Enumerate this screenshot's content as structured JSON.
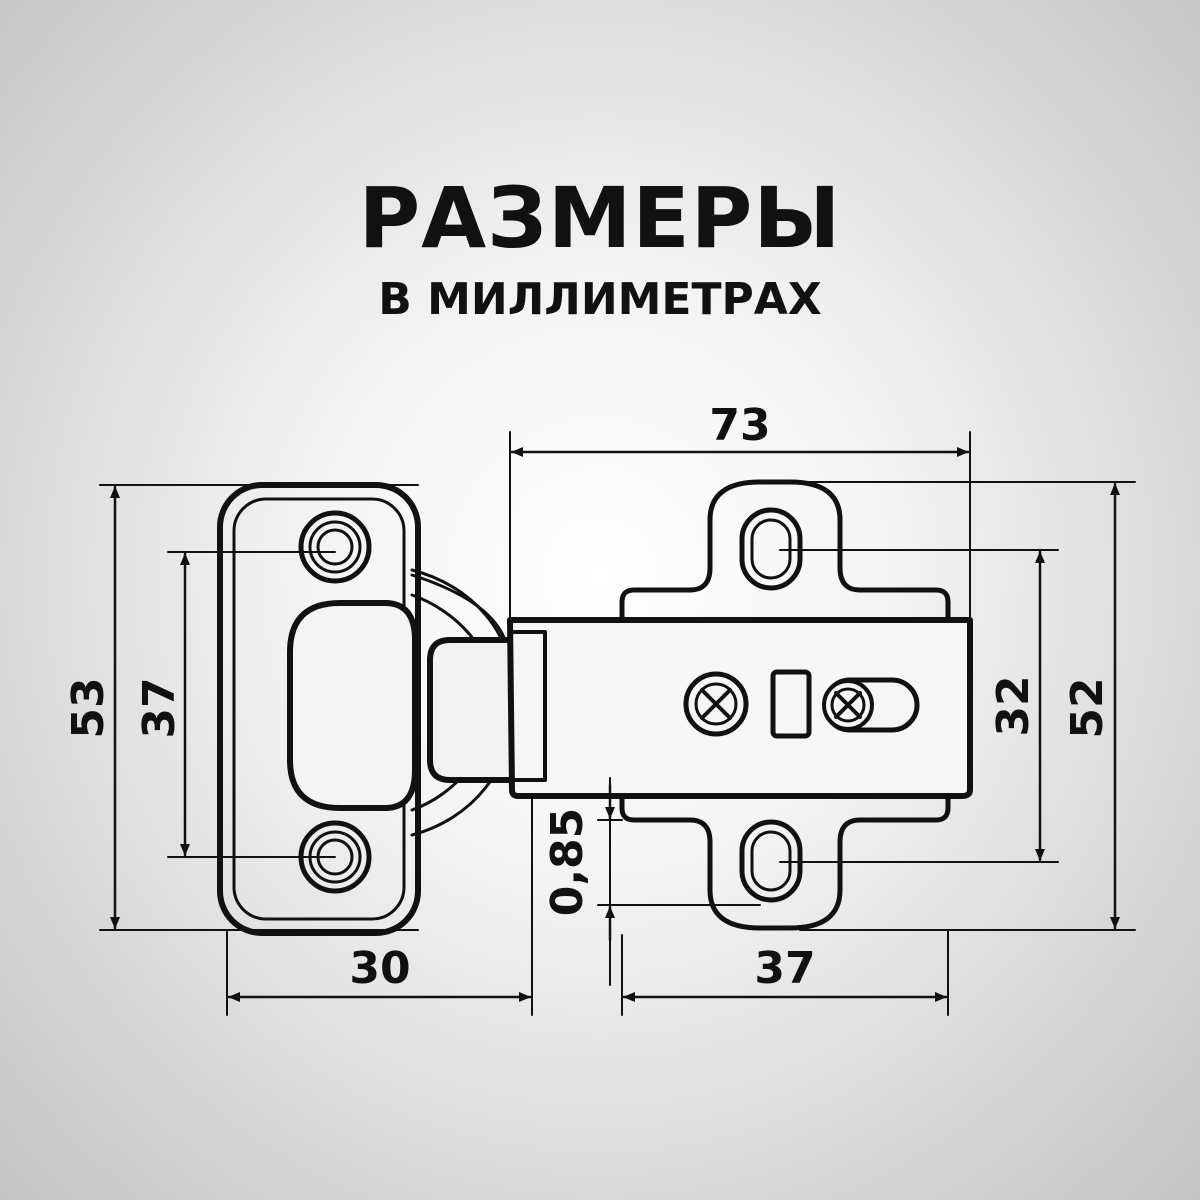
{
  "title": "РАЗМЕРЫ",
  "subtitle": "В МИЛЛИМЕТРАХ",
  "dimensions": {
    "top_width": "73",
    "left_height": "53",
    "left_hole_spacing": "37",
    "right_hole_spacing": "32",
    "right_height": "52",
    "thickness": "0,85",
    "bottom_left_width": "30",
    "bottom_right_width": "37"
  },
  "colors": {
    "line": "#111111",
    "background": "#e9e9e9"
  }
}
